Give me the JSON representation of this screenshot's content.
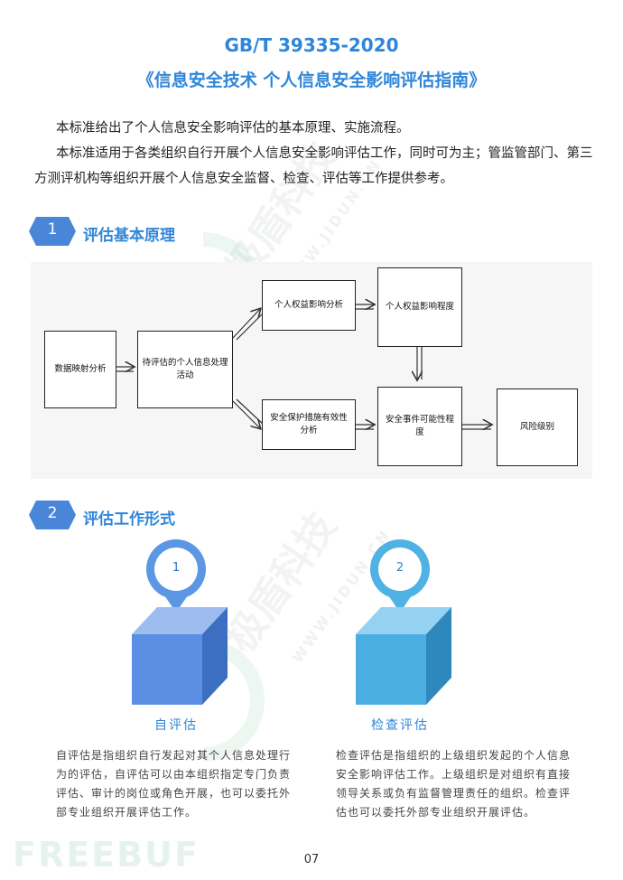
{
  "header": {
    "standard": "GB/T 39335-2020",
    "title": "《信息安全技术 个人信息安全影响评估指南》"
  },
  "intro": {
    "p1": "本标准给出了个人信息安全影响评估的基本原理、实施流程。",
    "p2": "本标准适用于各类组织自行开展个人信息安全影响评估工作，同时可为主；管监管部门、第三方测评机构等组织开展个人信息安全监督、检查、评估等工作提供参考。"
  },
  "section1": {
    "number": "1",
    "title": "评估基本原理",
    "nodes": {
      "mapping": "数据映射分析",
      "processing": "待评估的个人信息处理活动",
      "rights": "个人权益影响分析",
      "rights_degree": "个人权益影响程度",
      "protection": "安全保护措施有效性分析",
      "likelihood": "安全事件可能性程度",
      "risk": "风险级别"
    }
  },
  "section2": {
    "number": "2",
    "title": "评估工作形式",
    "forms": [
      {
        "badge": "1",
        "caption": "自评估",
        "desc": "自评估是指组织自行发起对其个人信息处理行为的评估，自评估可以由本组织指定专门负责评估、审计的岗位或角色开展，也可以委托外部专业组织开展评估工作。",
        "color": "#5b97e2"
      },
      {
        "badge": "2",
        "caption": "检查评估",
        "desc": "检查评估是指组织的上级组织发起的个人信息安全影响评估工作。上级组织是对组织有直接领导关系或负有监督管理责任的组织。检查评估也可以委托外部专业组织开展评估。",
        "color": "#4fb1e4"
      }
    ]
  },
  "watermark": {
    "brand": "极盾科技",
    "url": "WWW.JIDUN.CN",
    "source": "FREEBUF"
  },
  "footer": {
    "page": "07"
  }
}
